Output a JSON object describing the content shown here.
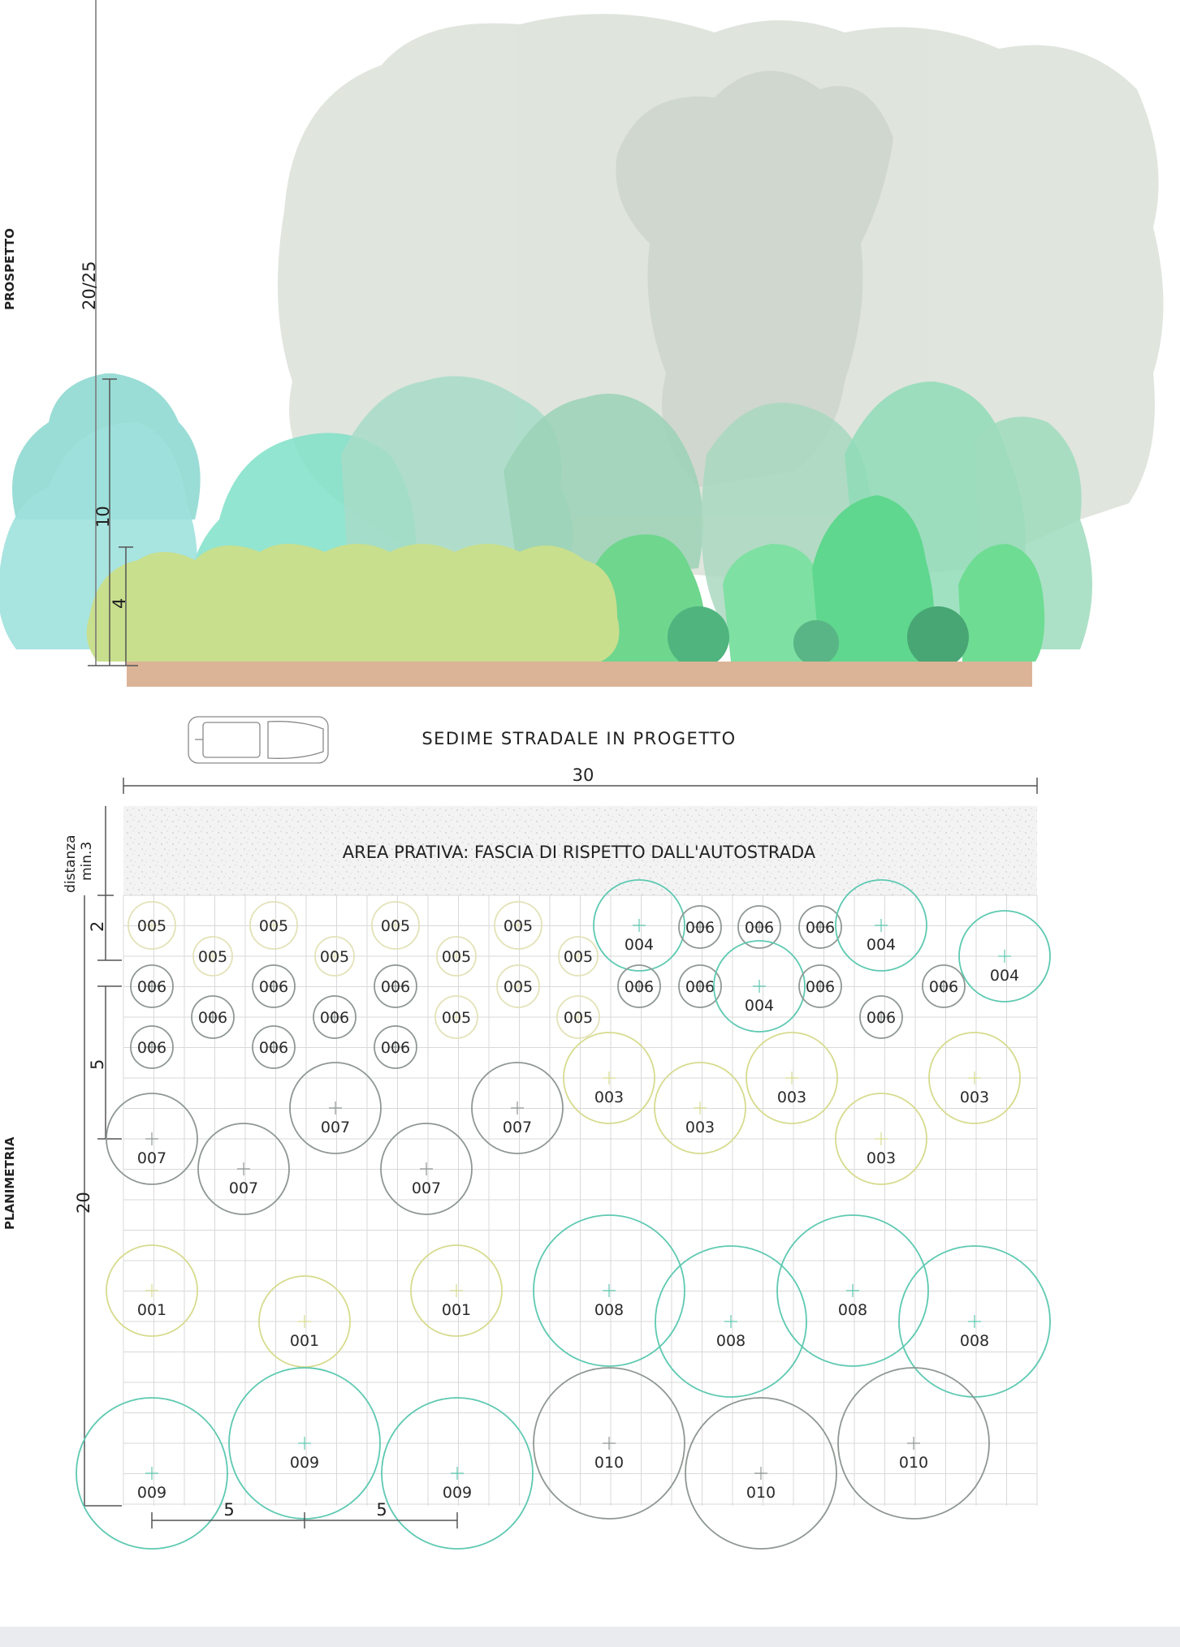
{
  "section_labels": {
    "elevation": "PROSPETTO",
    "plan": "PLANIMETRIA"
  },
  "elevation": {
    "height_dims": [
      "20/25",
      "10",
      "4"
    ]
  },
  "road_label": "SEDIME STRADALE IN PROGETTO",
  "plan": {
    "width_dim": "30",
    "buffer_dim_line1": "distanza",
    "buffer_dim_line2": "min.3",
    "buffer_label": "AREA PRATIVA: FASCIA DI RISPETTO DALL'AUTOSTRADA",
    "row_dims": [
      "2",
      "5",
      "20"
    ],
    "spacing_dims": [
      "5",
      "5"
    ]
  },
  "colors": {
    "yellow_green": "#d7db8e",
    "teal": "#5ec9b1",
    "grey": "#8f9892",
    "olive_grey": "#b3b78c",
    "grid": "#d9d9d9",
    "soil": "#dbb497"
  },
  "trees": [
    {
      "code": "005"
    },
    {
      "code": "005"
    },
    {
      "code": "005"
    },
    {
      "code": "005"
    },
    {
      "code": "005"
    },
    {
      "code": "005"
    },
    {
      "code": "005"
    },
    {
      "code": "005"
    },
    {
      "code": "004"
    },
    {
      "code": "006"
    },
    {
      "code": "006"
    },
    {
      "code": "006"
    },
    {
      "code": "004"
    },
    {
      "code": "004"
    },
    {
      "code": "006"
    },
    {
      "code": "006"
    },
    {
      "code": "006"
    },
    {
      "code": "005"
    },
    {
      "code": "006"
    },
    {
      "code": "006"
    },
    {
      "code": "004"
    },
    {
      "code": "006"
    },
    {
      "code": "006"
    },
    {
      "code": "006"
    },
    {
      "code": "006"
    },
    {
      "code": "005"
    },
    {
      "code": "005"
    },
    {
      "code": "006"
    },
    {
      "code": "006"
    },
    {
      "code": "006"
    },
    {
      "code": "006"
    },
    {
      "code": "003"
    },
    {
      "code": "003"
    },
    {
      "code": "003"
    },
    {
      "code": "003"
    },
    {
      "code": "003"
    },
    {
      "code": "007"
    },
    {
      "code": "007"
    },
    {
      "code": "007"
    },
    {
      "code": "007"
    },
    {
      "code": "007"
    },
    {
      "code": "001"
    },
    {
      "code": "001"
    },
    {
      "code": "001"
    },
    {
      "code": "008"
    },
    {
      "code": "008"
    },
    {
      "code": "008"
    },
    {
      "code": "008"
    },
    {
      "code": "009"
    },
    {
      "code": "009"
    },
    {
      "code": "009"
    },
    {
      "code": "010"
    },
    {
      "code": "010"
    },
    {
      "code": "010"
    }
  ]
}
